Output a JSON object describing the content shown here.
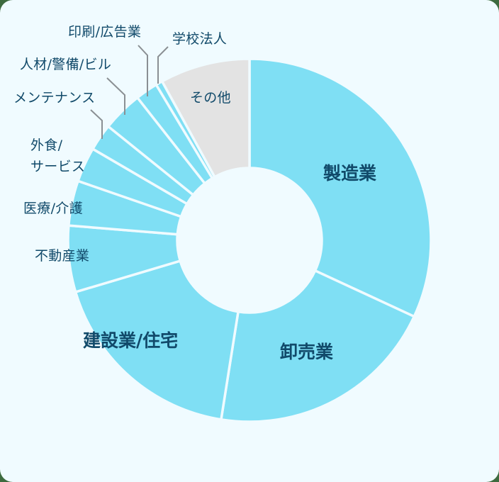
{
  "chart_data": {
    "type": "pie",
    "variant": "donut",
    "title": "",
    "unit": "%",
    "start_angle_deg": 0,
    "direction": "clockwise",
    "center": [
      352,
      339
    ],
    "outer_radius": 256,
    "inner_radius": 102,
    "categories": [
      "製造業",
      "卸売業",
      "建設業/住宅",
      "不動産業",
      "医療/介護",
      "外食/サービス",
      "メンテナンス",
      "人材/警備/ビル",
      "印刷/広告業",
      "学校法人",
      "その他"
    ],
    "values": [
      31.9,
      20.6,
      17.9,
      5.9,
      4.0,
      3.1,
      2.4,
      3.6,
      2.0,
      0.6,
      8.0
    ],
    "colors": [
      "#7fdff4",
      "#7fdff4",
      "#7fdff4",
      "#7fdff4",
      "#7fdff4",
      "#7fdff4",
      "#7fdff4",
      "#7fdff4",
      "#7fdff4",
      "#7fdff4",
      "#e3e3e3"
    ],
    "legend": "none (labels placed on/around slices)",
    "separator_color": "#f0fbff"
  },
  "labels": {
    "manufacturing": "製造業",
    "wholesale": "卸売業",
    "construction": "建設業/住宅",
    "real_estate": "不動産業",
    "medical": "医療/介護",
    "food_service_1": "外食/",
    "food_service_2": "サービス",
    "maintenance": "メンテナンス",
    "staffing": "人材/警備/ビル",
    "printing": "印刷/広告業",
    "school": "学校法人",
    "other": "その他"
  },
  "colors": {
    "card_bg": "#f0fbff",
    "slice": "#7fdff4",
    "other_slice": "#e3e3e3",
    "text": "#114a6a",
    "leader": "#8a8f93"
  }
}
